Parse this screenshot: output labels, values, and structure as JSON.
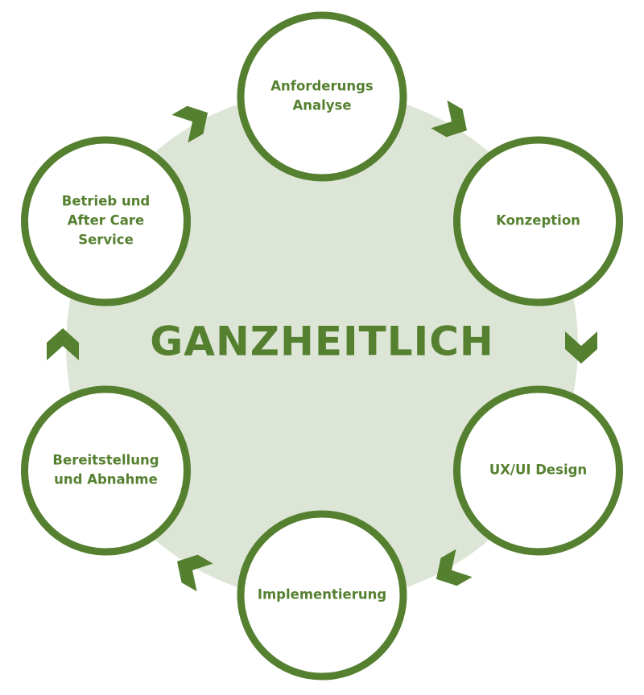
{
  "diagram": {
    "center_title": "GANZHEITLICH",
    "colors": {
      "primary_green": "#558030",
      "background_circle": "#dde6d6",
      "node_fill": "#ffffff"
    },
    "nodes": [
      {
        "id": "anforderungs-analyse",
        "lines": [
          "Anforderungs",
          "Analyse"
        ]
      },
      {
        "id": "konzeption",
        "lines": [
          "Konzeption"
        ]
      },
      {
        "id": "ux-ui-design",
        "lines": [
          "UX/UI Design"
        ]
      },
      {
        "id": "implementierung",
        "lines": [
          "Implementierung"
        ]
      },
      {
        "id": "bereitstellung-und-abnahme",
        "lines": [
          "Bereitstellung",
          "und Abnahme"
        ]
      },
      {
        "id": "betrieb-und-after-care-service",
        "lines": [
          "Betrieb und",
          "After Care",
          "Service"
        ]
      }
    ],
    "arrows": [
      {
        "from": "anforderungs-analyse",
        "to": "konzeption",
        "icon": "chevron-arrow-icon"
      },
      {
        "from": "konzeption",
        "to": "ux-ui-design",
        "icon": "chevron-arrow-icon"
      },
      {
        "from": "ux-ui-design",
        "to": "implementierung",
        "icon": "chevron-arrow-icon"
      },
      {
        "from": "implementierung",
        "to": "bereitstellung-und-abnahme",
        "icon": "chevron-arrow-icon"
      },
      {
        "from": "bereitstellung-und-abnahme",
        "to": "betrieb-und-after-care-service",
        "icon": "chevron-arrow-icon"
      },
      {
        "from": "betrieb-und-after-care-service",
        "to": "anforderungs-analyse",
        "icon": "chevron-arrow-icon"
      }
    ]
  }
}
